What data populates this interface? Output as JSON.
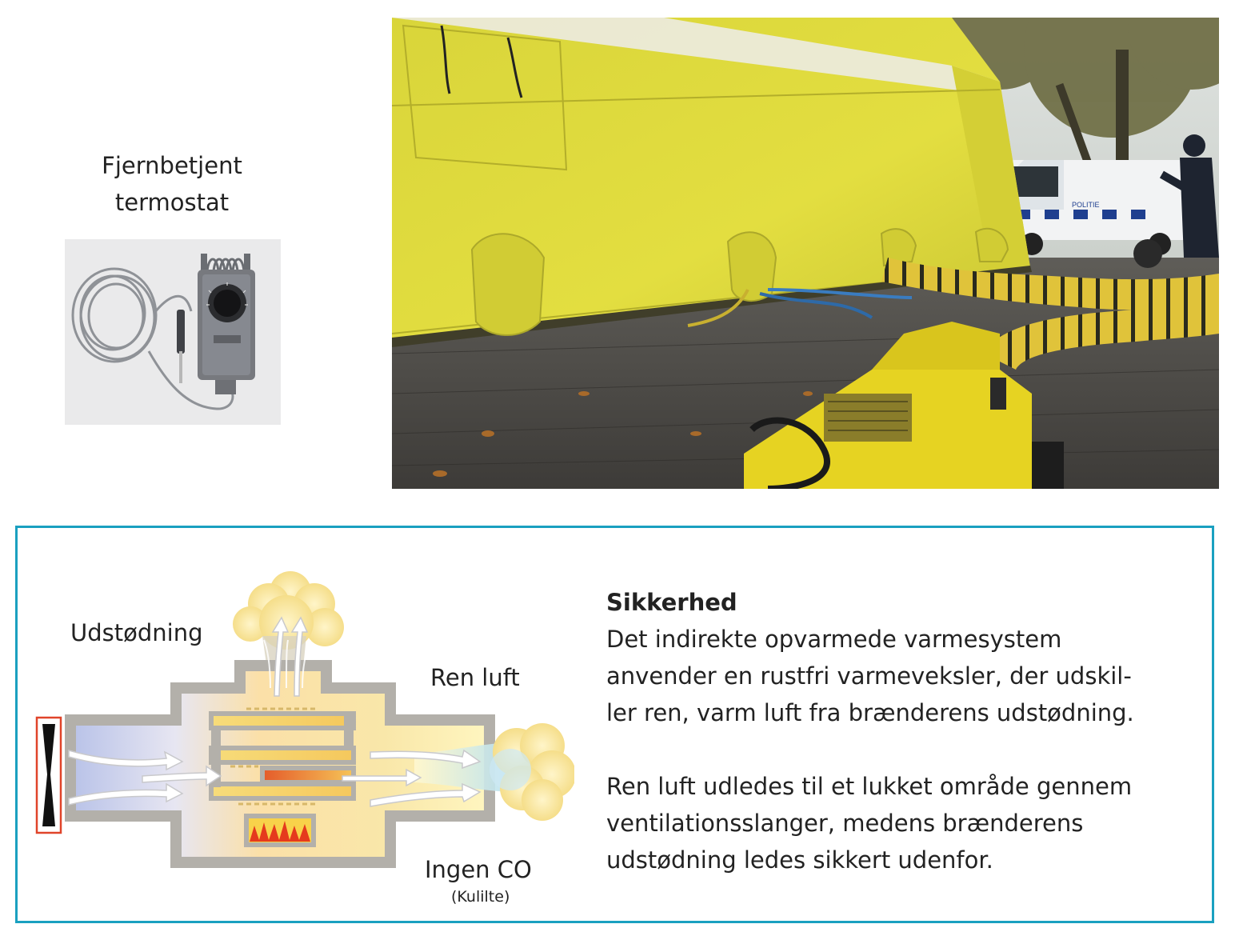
{
  "thermostat": {
    "caption_line1": "Fjernbetjent",
    "caption_line2": "termostat"
  },
  "photo": {
    "van_text": "POLITIE"
  },
  "diagram": {
    "label_exhaust": "Udstødning",
    "label_clean_air": "Ren luft",
    "label_no_co": "Ingen CO",
    "label_no_co_sub": "(Kulilte)"
  },
  "safety": {
    "heading": "Sikkerhed",
    "paragraph1_lines": [
      "Det indirekte opvarmede varmesystem",
      "anvender en rustfri varmeveksler, der udskil-",
      "ler ren, varm luft fra brænderens udstødning."
    ],
    "paragraph2_lines": [
      "Ren luft udledes til et lukket område gennem",
      "ventilationsslanger, medens brænderens",
      "udstødning ledes sikkert udenfor."
    ]
  },
  "colors": {
    "box_border": "#1aa0c0",
    "tent_yellow": "#dcd93a",
    "fan_outline": "#e0442a"
  }
}
